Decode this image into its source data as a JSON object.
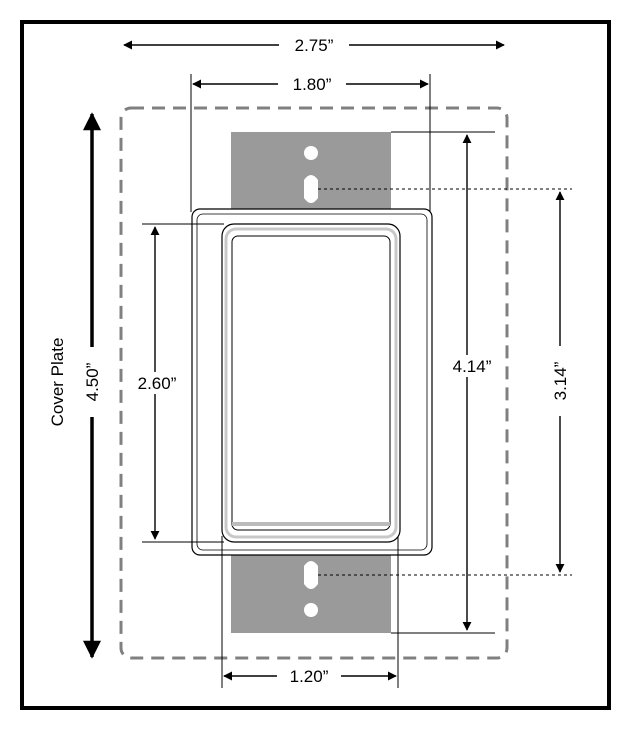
{
  "labels": {
    "width_cover": "2.75”",
    "width_frame": "1.80”",
    "width_rocker": "1.20”",
    "height_cover": "4.50”",
    "cover_plate": "Cover Plate",
    "height_rocker": "2.60”",
    "height_strap": "4.14”",
    "screw_spacing": "3.14”"
  },
  "colors": {
    "border": "#000000",
    "strap": "#9a9a9a",
    "cover_outline": "#808080",
    "line": "#000000",
    "background": "#ffffff"
  }
}
